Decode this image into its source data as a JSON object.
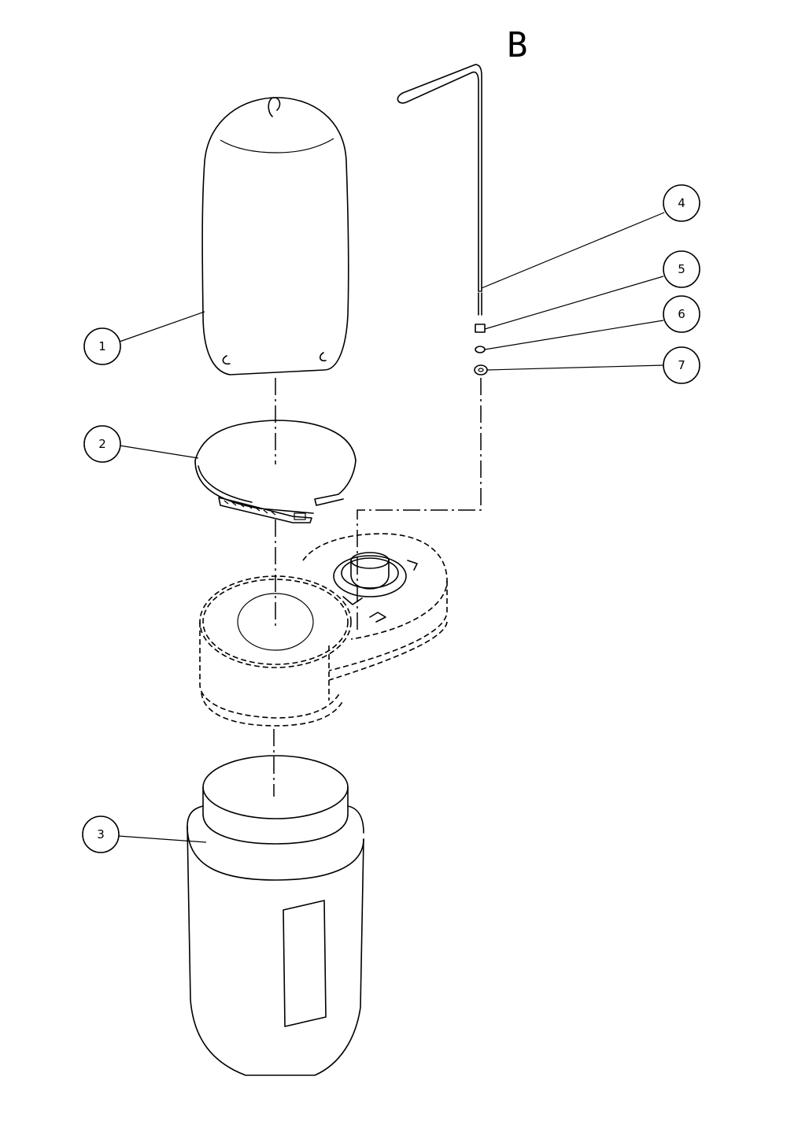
{
  "sheet": {
    "label": "B"
  },
  "callouts": [
    {
      "number": "1"
    },
    {
      "number": "2"
    },
    {
      "number": "3"
    },
    {
      "number": "4"
    },
    {
      "number": "5"
    },
    {
      "number": "6"
    },
    {
      "number": "7"
    }
  ]
}
